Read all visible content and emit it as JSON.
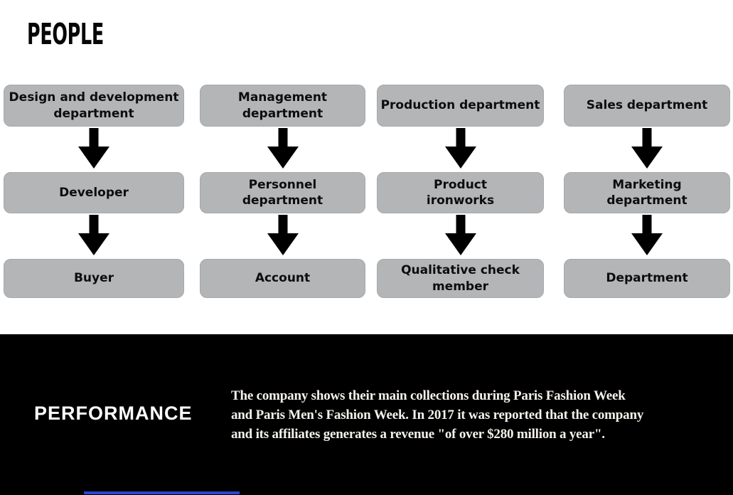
{
  "people_section": {
    "title": "PEOPLE",
    "columns": [
      {
        "boxes": [
          "Design and development\ndepartment",
          "Developer",
          "Buyer"
        ]
      },
      {
        "boxes": [
          "Management\ndepartment",
          "Personnel\ndepartment",
          "Account"
        ]
      },
      {
        "boxes": [
          "Production department",
          "Product\nironworks",
          "Qualitative check\nmember"
        ]
      },
      {
        "boxes": [
          "Sales department",
          "Marketing\ndepartment",
          "Department"
        ]
      }
    ]
  },
  "performance_section": {
    "title": "PERFORMANCE",
    "paragraph_lines": [
      "The company shows their main collections during Paris Fashion Week",
      "and Paris Men's Fashion Week. In 2017 it was reported that the company",
      "and its affiliates generates a revenue \"of over $280 million a year\"."
    ]
  },
  "colors": {
    "box_fill": "#b3b5b7",
    "box_text": "#0d0d0d",
    "arrow": "#000000",
    "performance_background": "#000000",
    "performance_text": "#ffffff",
    "bottom_accent": "#2946d2"
  }
}
